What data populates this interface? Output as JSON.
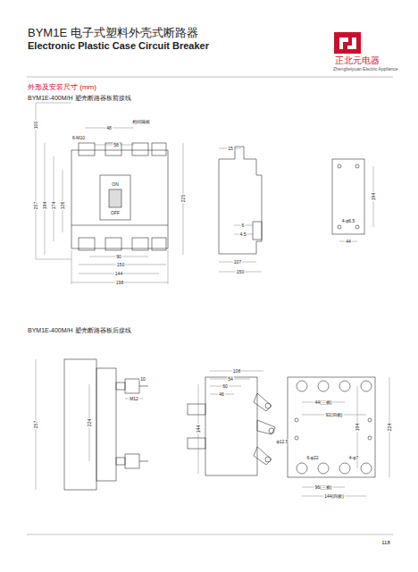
{
  "diagram": {
    "title": "BYM1E 电子式塑料外壳式断路器",
    "labels": [
      "Electronic Plastic Case Circuit Breaker",
      "正北元电器",
      "Zhengbeiyuan Electric Appliance",
      "外形及安装尺寸 (mm)",
      "BYM1E-400M/H 塑壳断路器板前接线",
      "48",
      "相间隔板",
      "6-M10",
      "58",
      "100",
      "257",
      "194",
      "174",
      "126",
      "ON",
      "OFF",
      "225",
      "90",
      "150",
      "144",
      "198",
      "15",
      "6",
      "4.5",
      "107",
      "150",
      "194",
      "4-φ6.5",
      "44",
      "BYM1E-400M/H 塑壳断路器板后接线",
      "257",
      "224",
      "M12",
      "10",
      "108",
      "54",
      "60",
      "46",
      "φ12.5",
      "144",
      "44(三极)",
      "92(四极)",
      "194",
      "224",
      "6-φ22",
      "4-φ7",
      "96(三极)",
      "144(四极)",
      "118"
    ]
  }
}
